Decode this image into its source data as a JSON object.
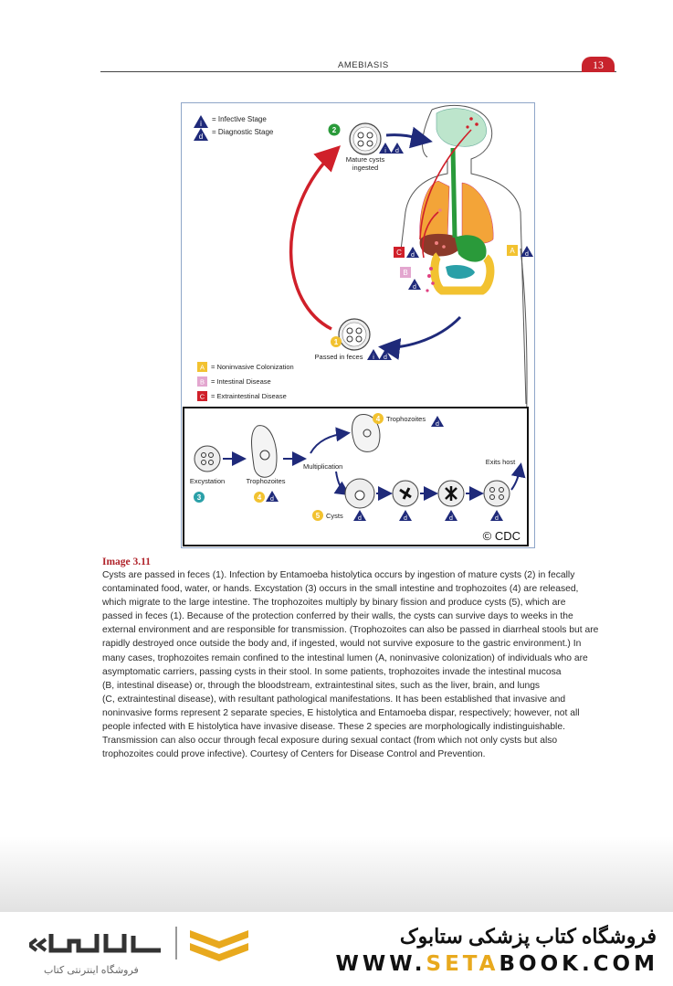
{
  "header": {
    "title": "AMEBIASIS",
    "page_number": "13"
  },
  "figure": {
    "legend_stages": [
      {
        "marker": "i",
        "label": "= Infective Stage"
      },
      {
        "marker": "d",
        "label": "= Diagnostic Stage"
      }
    ],
    "step2_label_line1": "Mature cysts",
    "step2_label_line2": "ingested",
    "step1_label": "Passed in feces",
    "legend_outcomes": [
      {
        "marker": "A",
        "label": "= Noninvasive Colonization",
        "color": "#f2c230"
      },
      {
        "marker": "B",
        "label": "= Intestinal Disease",
        "color": "#e3a6cf"
      },
      {
        "marker": "C",
        "label": "= Extraintestinal Disease",
        "color": "#d0202a"
      }
    ],
    "inset": {
      "excystation": "Excystation",
      "trophozoites": "Trophozoites",
      "multiplication": "Multiplication",
      "trophozoites_top": "Trophozoites",
      "cysts": "Cysts",
      "exits_host": "Exits host",
      "copyright": "© CDC",
      "numbers": {
        "excystation": "3",
        "trophozoites": "4",
        "trophozoites_top": "4",
        "cysts": "5"
      }
    },
    "step_numbers": {
      "ingested": "2",
      "passed": "1"
    },
    "markers": {
      "i": "i",
      "d": "d",
      "A": "A",
      "B": "B",
      "C": "C"
    }
  },
  "caption": {
    "title": "Image 3.11",
    "lines": [
      "Cysts are passed in feces (1). Infection by Entamoeba histolytica occurs by ingestion of mature cysts (2) in fecally",
      "contaminated food, water, or hands. Excystation (3) occurs in the small intestine and trophozoites (4) are released,",
      "which migrate to the large intestine. The trophozoites multiply by binary fission and produce cysts (5), which are",
      "passed in feces (1). Because of the protection conferred by their walls, the cysts can survive days to weeks in the",
      "external environment and are responsible for transmission. (Trophozoites can also be passed in diarrheal stools but are",
      "rapidly destroyed once outside the body and, if ingested, would not survive exposure to the gastric environment.) In",
      "many cases, trophozoites remain confined to the intestinal lumen (A, noninvasive colonization) of individuals who are",
      "asymptomatic carriers, passing cysts in their stool. In some patients, trophozoites invade the intestinal mucosa",
      "(B, intestinal disease) or, through the bloodstream, extraintestinal sites, such as the liver, brain, and lungs",
      "(C, extraintestinal disease), with resultant pathological manifestations. It has been established that invasive and",
      "noninvasive forms represent 2 separate species, E histolytica and Entamoeba dispar, respectively; however, not all",
      "people infected with E histolytica have invasive disease. These 2 species are morphologically indistinguishable.",
      "Transmission can also occur through fecal exposure during sexual contact (from which not only cysts but also",
      "trophozoites could prove infective). Courtesy of Centers for Disease Control and Prevention."
    ]
  },
  "footer": {
    "shop_name": "فروشگاه کتاب پزشکی ستابوک",
    "url_prefix": "WWW.",
    "url_accent": "SETA",
    "url_suffix": "BOOK.COM",
    "logo_subtitle": "فروشگاه اینترنتی کتاب",
    "accent_color": "#e8a91e"
  }
}
